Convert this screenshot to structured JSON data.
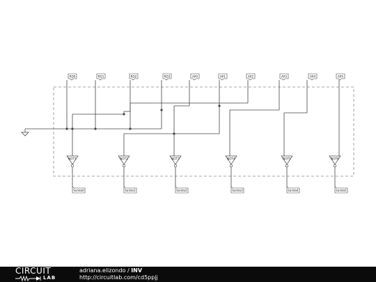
{
  "inputs": [
    "RD0",
    "RD1",
    "RD2",
    "RD3",
    "AP0",
    "AP1",
    "AP2",
    "AP3",
    "AP4",
    "AP5"
  ],
  "gates": [
    "NOT1",
    "NOT2",
    "NOT3",
    "NOT4",
    "NOT5",
    "NOT6"
  ],
  "outputs": [
    "Salida0",
    "Salida1",
    "Salida2",
    "Salida3",
    "Salida4",
    "Salida5"
  ],
  "footer": {
    "logo_top": "CIRCUIT",
    "logo_bottom": "LAB",
    "author": "adriana.elizondo",
    "separator": " / ",
    "circuit_name": "INV",
    "url": "http://circuitlab.com/cd5ppjj"
  },
  "colors": {
    "wire": "#444444",
    "border": "#8a8a8a",
    "footer_bg": "#0b0b0b"
  }
}
